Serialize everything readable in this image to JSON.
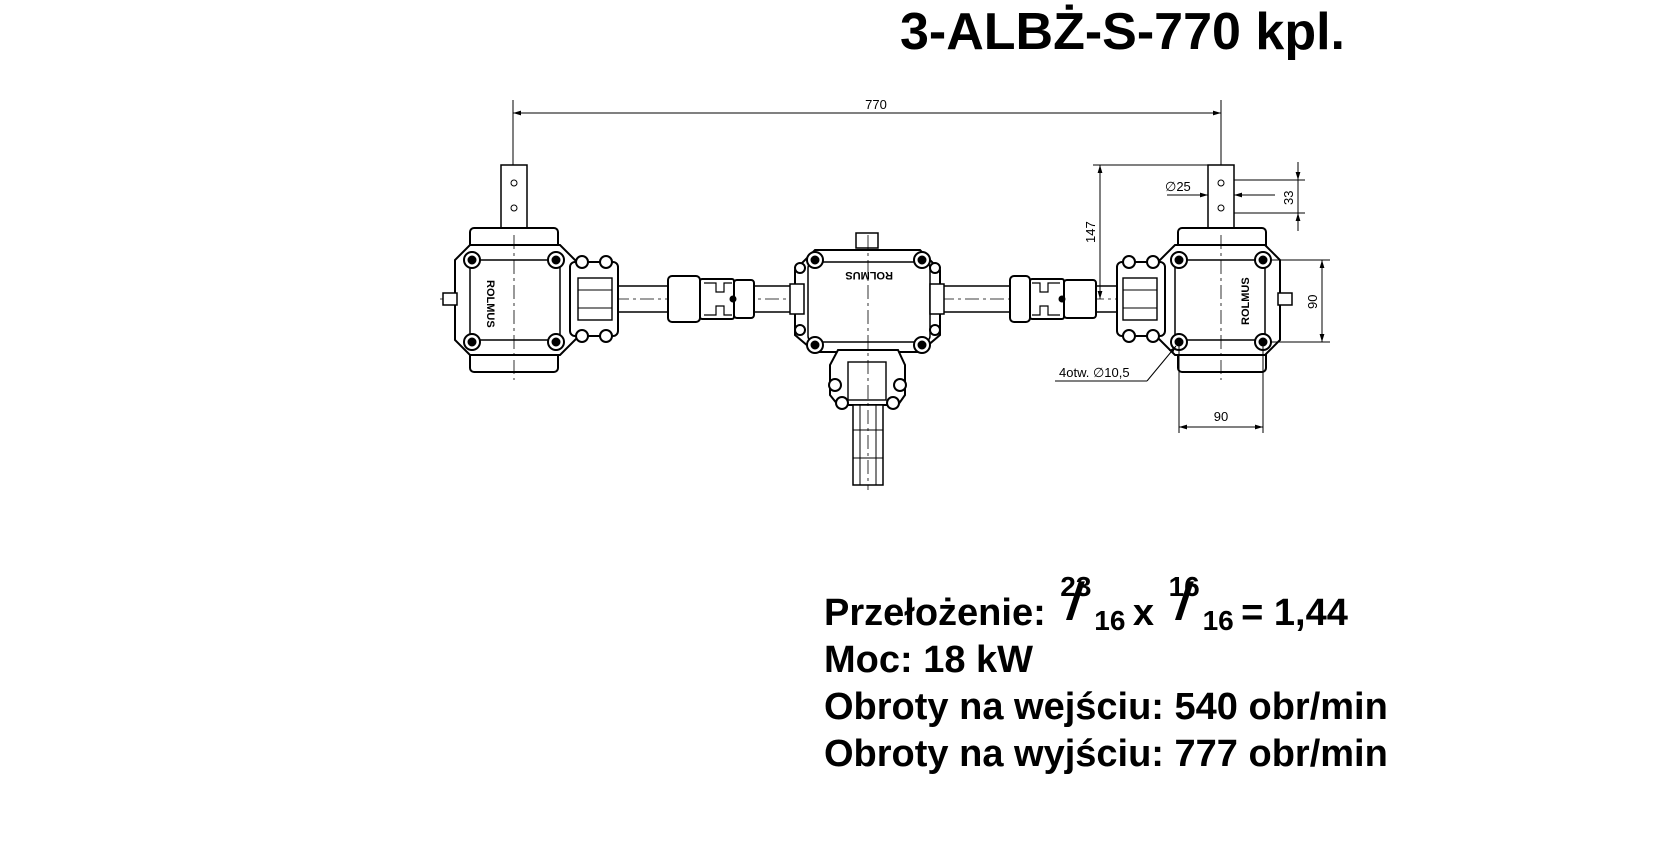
{
  "title": "3-ALBŻ-S-770 kpl.",
  "dimensions": {
    "overall_length": "770",
    "height": "147",
    "shaft_diameter": "∅25",
    "shaft_length": "33",
    "housing_height": "90",
    "housing_width": "90",
    "holes": "4otw. ∅10,5"
  },
  "brand_labels": {
    "left": "ROLMUS",
    "center": "ROLMUS",
    "right": "ROLMUS"
  },
  "specs": {
    "ratio_label": "Przełożenie:",
    "ratio1_num": "23",
    "ratio1_den": "16",
    "times": "x",
    "ratio2_num": "16",
    "ratio2_den": "16",
    "ratio_result": "= 1,44",
    "power": "Moc: 18 kW",
    "input_speed": "Obroty na wejściu: 540 obr/min",
    "output_speed": "Obroty na wyjściu: 777 obr/min"
  }
}
